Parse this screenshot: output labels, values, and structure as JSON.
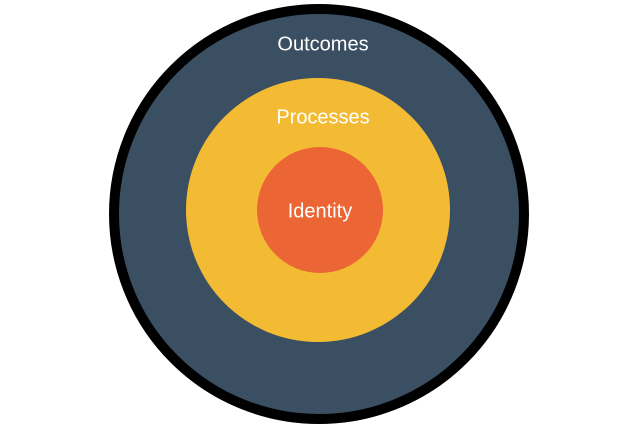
{
  "diagram": {
    "rings": [
      {
        "label": "Outcomes",
        "fill": "#3b4f63",
        "stroke": "#000000",
        "text_color": "#ffffff"
      },
      {
        "label": "Processes",
        "fill": "#f3bb33",
        "stroke": "none",
        "text_color": "#ffffff"
      },
      {
        "label": "Identity",
        "fill": "#ec6534",
        "stroke": "none",
        "text_color": "#ffffff"
      }
    ]
  }
}
